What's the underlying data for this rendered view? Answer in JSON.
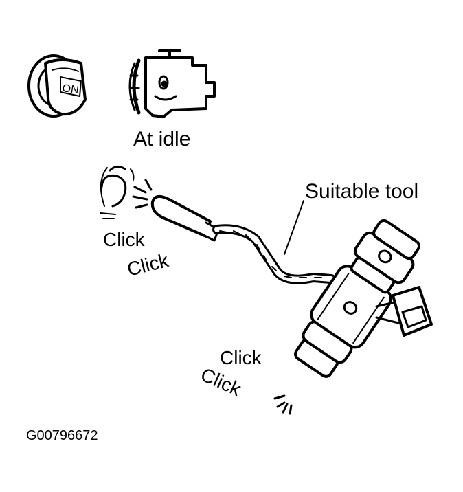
{
  "ignition_key": {
    "label": "ON"
  },
  "engine": {
    "caption": "At idle"
  },
  "tool": {
    "label": "Suitable tool"
  },
  "sound": {
    "click_1": "Click",
    "click_2": "Click",
    "click_3": "Click",
    "click_4": "Click"
  },
  "figure_id": "G00796672"
}
